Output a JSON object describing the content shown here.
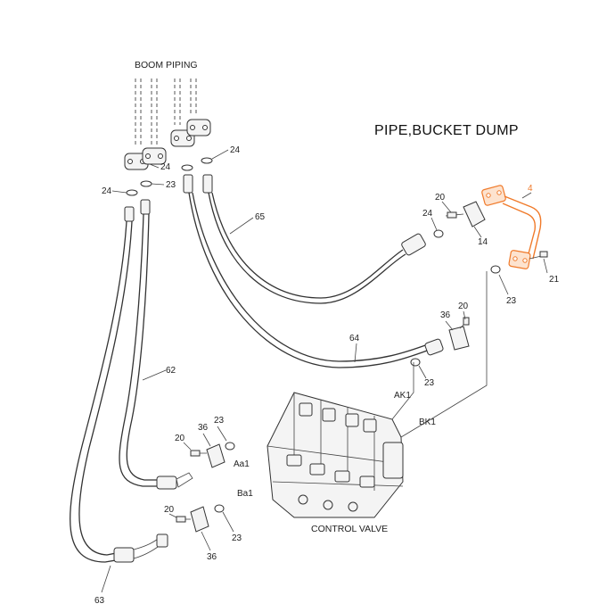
{
  "title": "PIPE,BUCKET DUMP",
  "boom_piping": "BOOM PIPING",
  "control_valve": "CONTROL VALVE",
  "highlight_color": "#f07a2a",
  "ports": {
    "ak1": "AK1",
    "bk1": "BK1",
    "aa1": "Aa1",
    "ba1": "Ba1"
  },
  "callouts": {
    "p4": "4",
    "p14": "14",
    "p20_a": "20",
    "p20_b": "20",
    "p20_c": "20",
    "p20_d": "20",
    "p21": "21",
    "p23_a": "23",
    "p23_b": "23",
    "p23_c": "23",
    "p23_d": "23",
    "p23_e": "23",
    "p24_a": "24",
    "p24_b": "24",
    "p24_c": "24",
    "p24_d": "24",
    "p36_a": "36",
    "p36_b": "36",
    "p36_c": "36",
    "p62": "62",
    "p63": "63",
    "p64": "64",
    "p65": "65"
  }
}
